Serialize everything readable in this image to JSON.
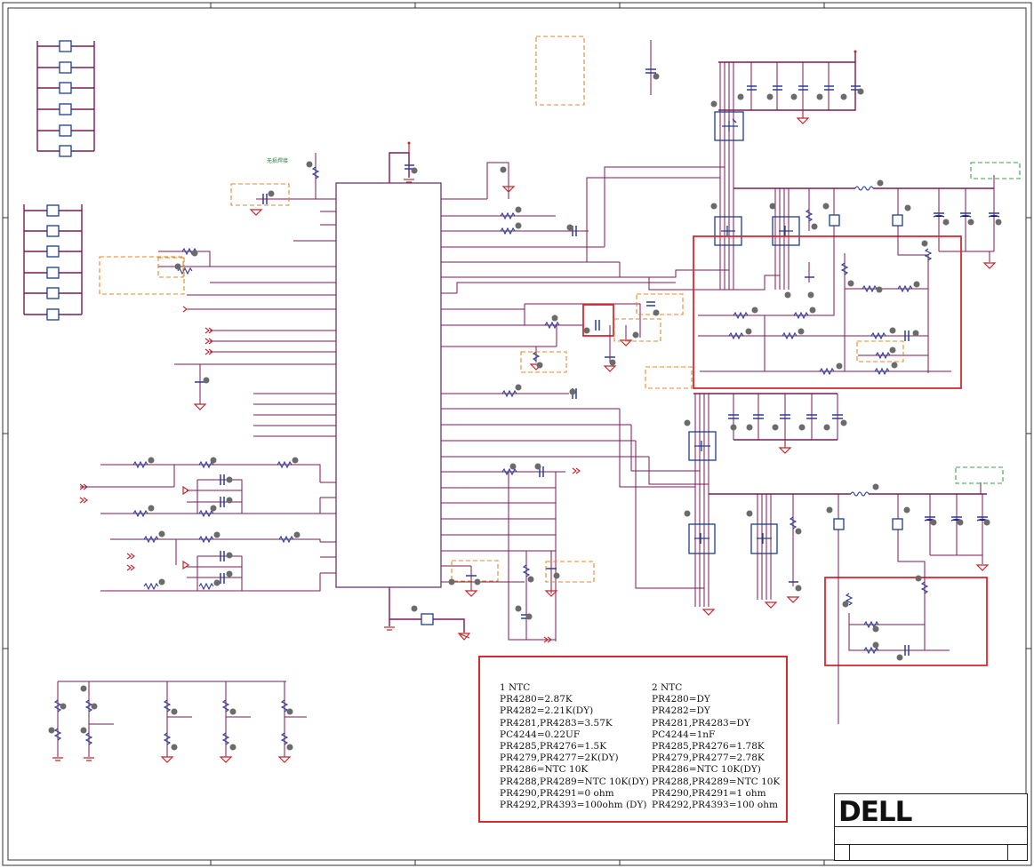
{
  "tiny_label": "无损焊接",
  "notes": {
    "col1": [
      "1 NTC",
      "PR4280=2.87K",
      "PR4282=2.21K(DY)",
      "PR4281,PR4283=3.57K",
      "PC4244=0.22UF",
      "PR4285,PR4276=1.5K",
      "PR4279,PR4277=2K(DY)",
      "PR4286=NTC 10K",
      "PR4288,PR4289=NTC 10K(DY)",
      "PR4290,PR4291=0 ohm",
      "PR4292,PR4393=100ohm (DY)"
    ],
    "col2": [
      "2 NTC",
      "PR4280=DY",
      "PR4282=DY",
      "PR4281,PR4283=DY",
      "PC4244=1nF",
      "PR4285,PR4276=1.78K",
      "PR4279,PR4277=2.78K",
      "PR4286=NTC 10K(DY)",
      "PR4288,PR4289=NTC 10K",
      "PR4290,PR4291=1 ohm",
      "PR4292,PR4393=100 ohm"
    ]
  },
  "title_block": {
    "logo": "DELL"
  },
  "colors": {
    "wire": "#7a1a55",
    "component": "#2b3a9a",
    "ground": "#c0282e",
    "highlight": "#d52a2f",
    "dashed_orange": "#e08a2a",
    "dashed_green": "#3aa345"
  }
}
